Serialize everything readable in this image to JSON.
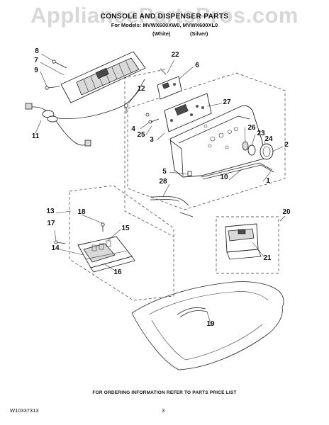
{
  "watermark": "AppliancePartsPros.com",
  "header": {
    "title": "CONSOLE AND DISPENSER PARTS",
    "models": "For Models: MVWX600XW0, MVWX600XL0",
    "variants": [
      "(White)",
      "(Silver)"
    ]
  },
  "callouts": [
    "8",
    "7",
    "9",
    "6",
    "22",
    "12",
    "27",
    "4",
    "25",
    "3",
    "26",
    "23",
    "24",
    "2",
    "5",
    "28",
    "10",
    "1",
    "11",
    "13",
    "18",
    "15",
    "17",
    "14",
    "16",
    "20",
    "21",
    "19"
  ],
  "footer": {
    "note": "FOR ORDERING INFORMATION REFER TO PARTS PRICE LIST",
    "doc_number": "W10337313",
    "page_number": "3"
  },
  "colors": {
    "line": "#222222",
    "fill_grey": "#d9d9d9",
    "dark_part": "#4a4a4a",
    "watermark": "#cfd3d6"
  }
}
